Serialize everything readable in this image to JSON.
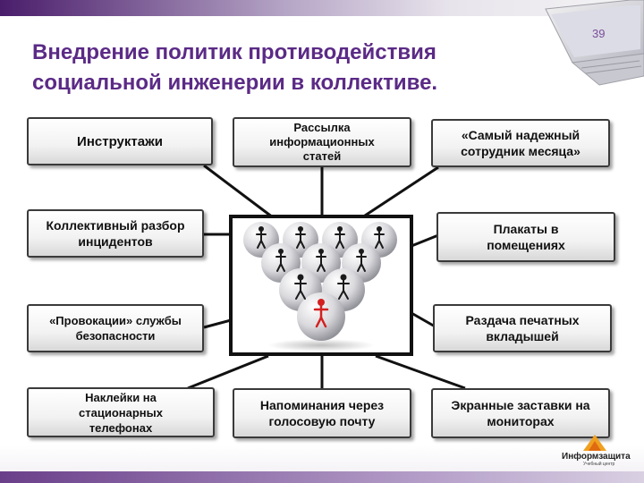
{
  "slide": {
    "number": "39",
    "title_line1": "Внедрение политик противодействия",
    "title_line2": "социальной инженерии в коллективе."
  },
  "boxes": {
    "briefings": "Инструктажи",
    "mailing": "Рассылка информационных статей",
    "best_employee": "«Самый надежный сотрудник месяца»",
    "incident_review": "Коллективный разбор инцидентов",
    "posters": "Плакаты в помещениях",
    "provocations": "«Провокации» службы безопасности",
    "leaflets": "Раздача печатных вкладышей",
    "phone_stickers": "Наклейки на стационарных телефонах",
    "voicemail": "Напоминания через голосовую почту",
    "screensavers": "Экранные заставки на мониторах"
  },
  "logo": {
    "name": "Информзащита",
    "tagline": "Учебный центр"
  },
  "colors": {
    "title": "#5b2a86",
    "accent_person": "#d42020",
    "person": "#1a1a1a"
  },
  "icons": {
    "center_image": "people-spheres-pyramid",
    "decoration": "laptop-graphic",
    "logo_mark": "informzaschita-logo-icon"
  }
}
